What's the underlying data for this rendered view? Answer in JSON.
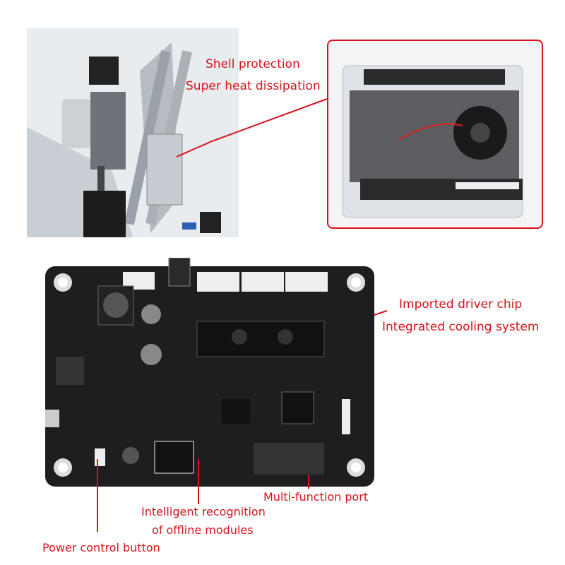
{
  "callouts": {
    "shell_line1": "Shell protection",
    "shell_line2": "Super heat dissipation",
    "chip_line1": "Imported driver chip",
    "chip_line2": "Integrated cooling system",
    "offline_line1": "Intelligent recognition",
    "offline_line2": "of offline modules",
    "multi_port": "Multi-function port",
    "power_button": "Power control button"
  },
  "colors": {
    "accent": "#d6131c",
    "board": "#1e1e20",
    "frame": "#b9bec4"
  }
}
